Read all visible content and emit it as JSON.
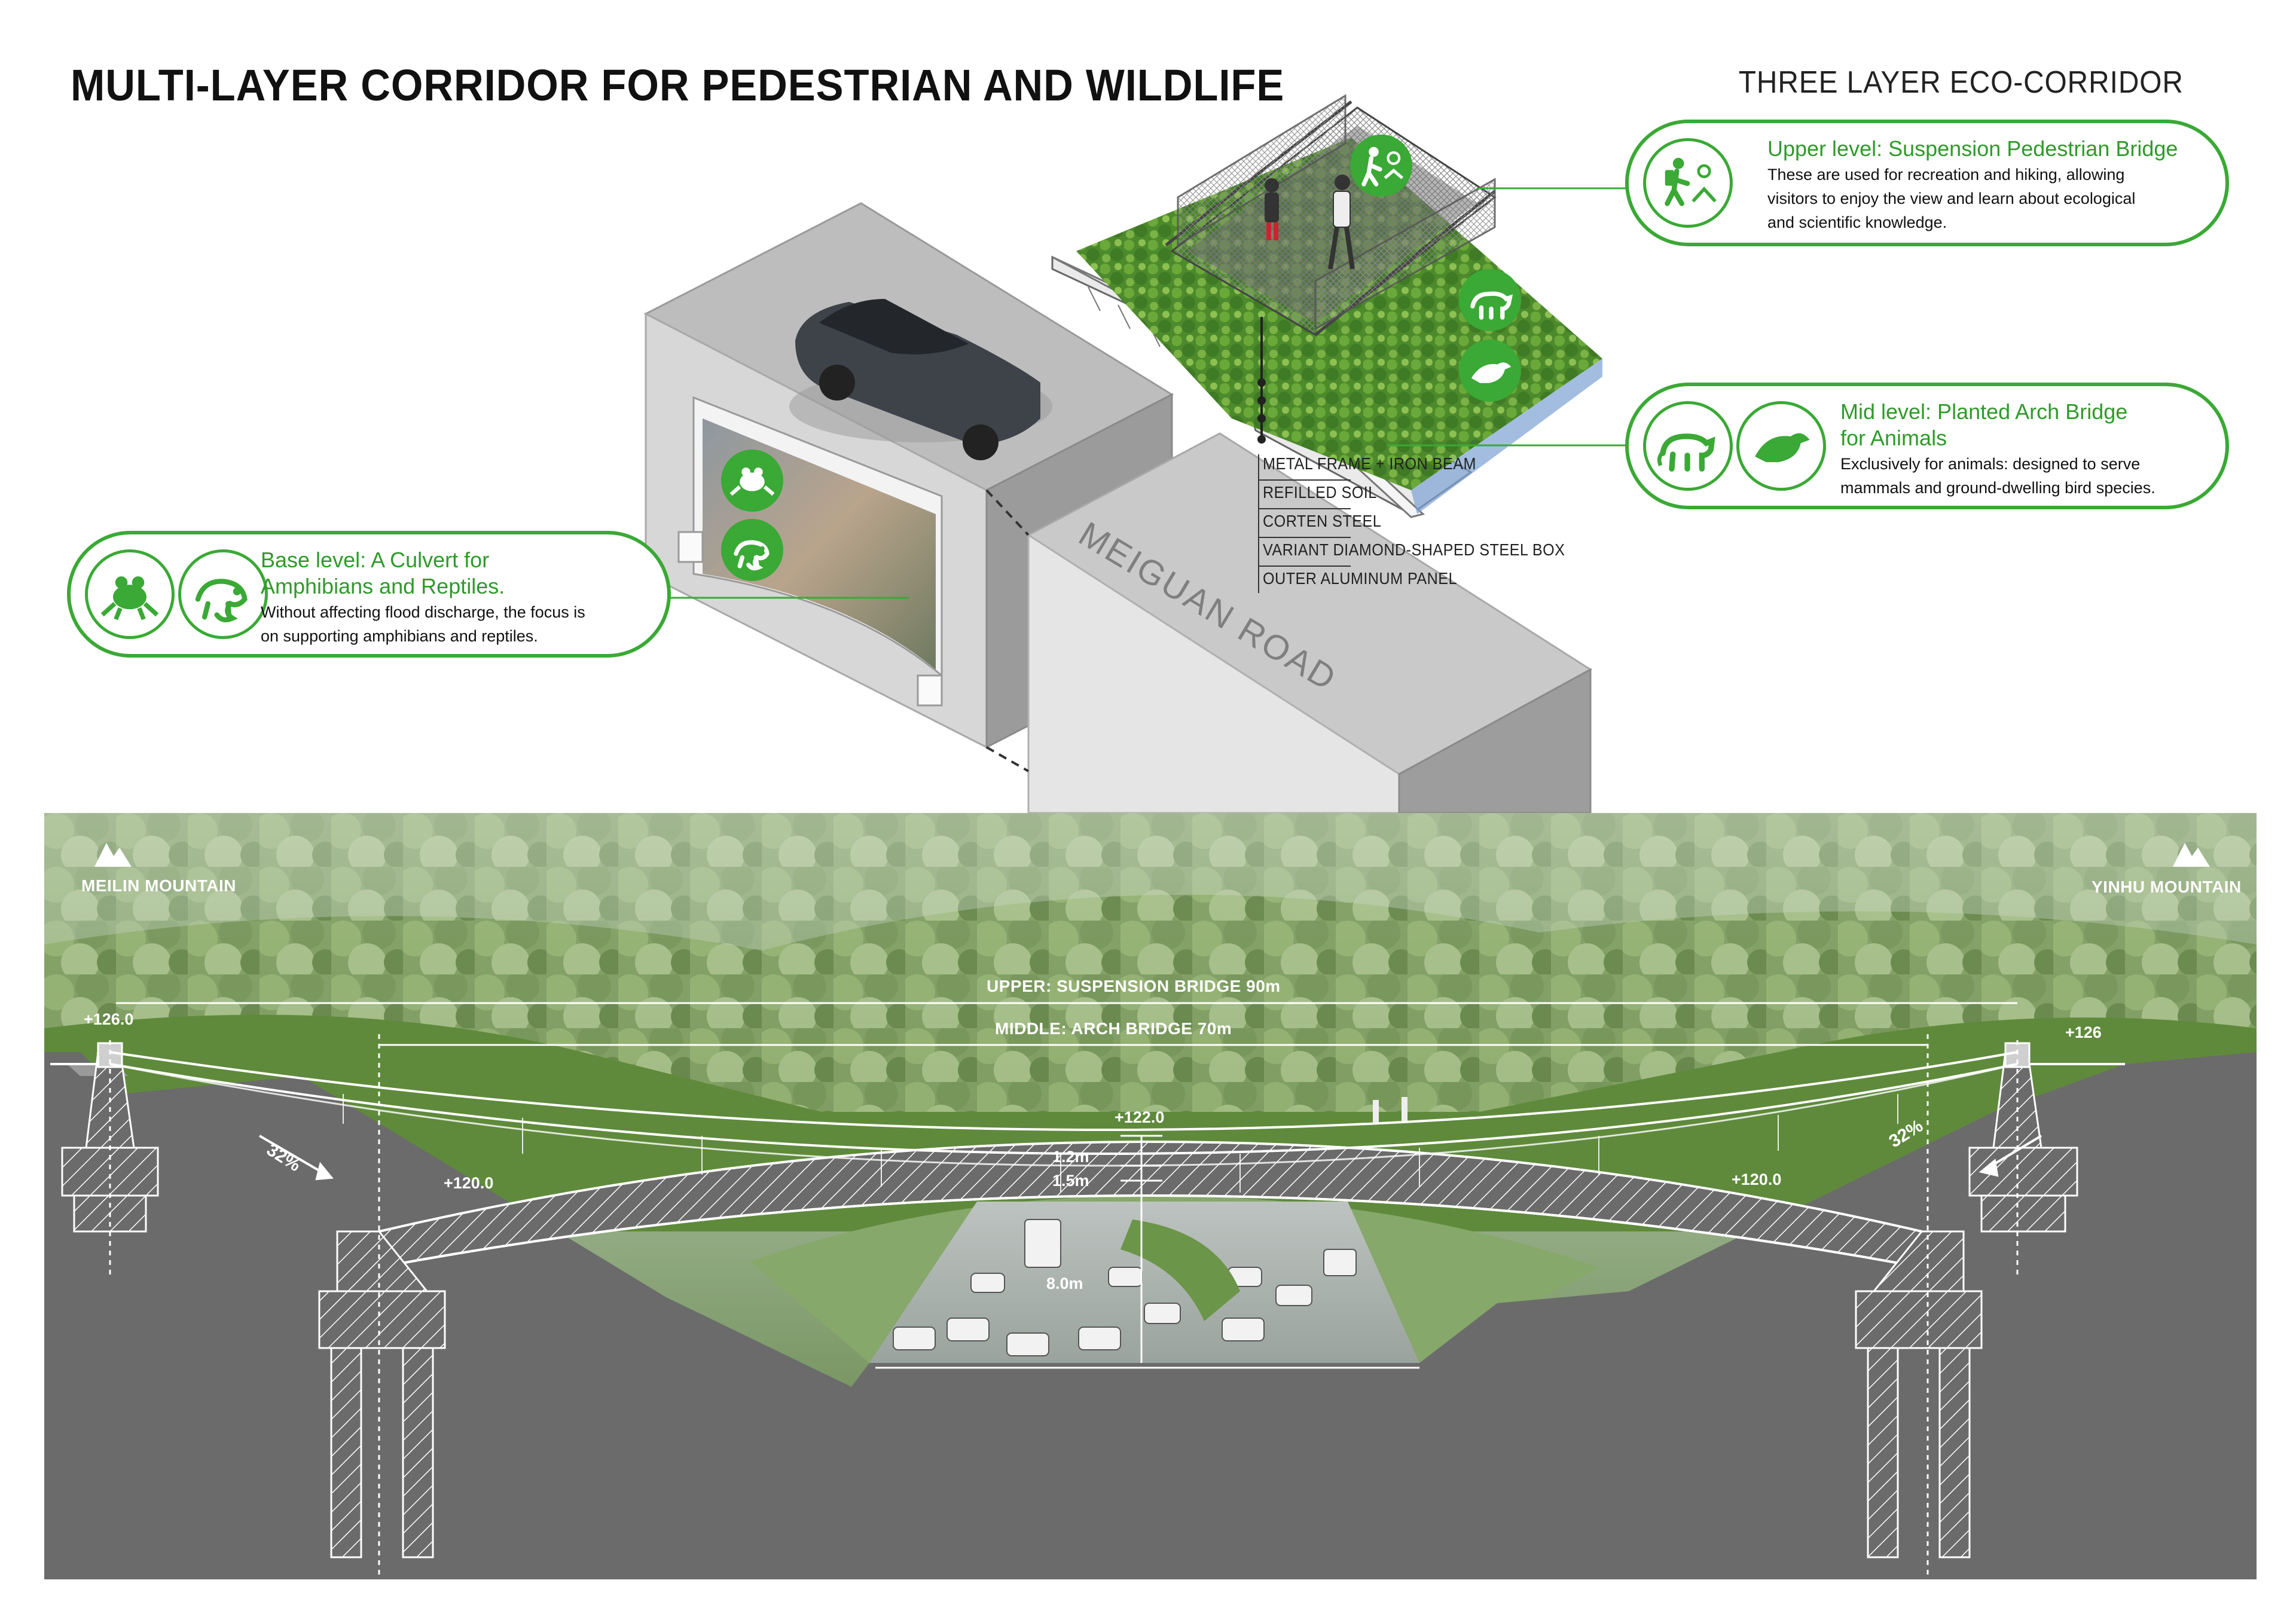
{
  "header": {
    "title": "MULTI-LAYER CORRIDOR FOR PEDESTRIAN AND WILDLIFE",
    "subtitle": "THREE LAYER ECO-CORRIDOR"
  },
  "colors": {
    "accent_green": "#3aa935",
    "ground_gray": "#6b6b6b",
    "road_gray": "#c8c8c8"
  },
  "callouts": {
    "upper": {
      "title": "Upper level: Suspension Pedestrian Bridge",
      "desc_1": "These are used for recreation and hiking, allowing",
      "desc_2": "visitors to enjoy the view and learn about ecological",
      "desc_3": "and scientific knowledge.",
      "icon": "hiker-icon"
    },
    "mid": {
      "title_1": "Mid level: Planted Arch Bridge",
      "title_2": "for Animals",
      "desc_1": "Exclusively for animals: designed to serve",
      "desc_2": "mammals and ground-dwelling bird species.",
      "icons": [
        "leopard-icon",
        "bird-icon"
      ]
    },
    "base": {
      "title_1": "Base level: A Culvert for",
      "title_2": "Amphibians and Reptiles.",
      "desc_1": "Without affecting flood discharge, the focus is",
      "desc_2": "on supporting amphibians and reptiles.",
      "icons": [
        "frog-icon",
        "chameleon-icon"
      ]
    }
  },
  "road_label": "MEIGUAN ROAD",
  "materials": [
    "METAL FRAME + IRON BEAM",
    "REFILLED SOIL",
    "CORTEN STEEL",
    "VARIANT DIAMOND-SHAPED STEEL BOX",
    "OUTER ALUMINUM PANEL"
  ],
  "section": {
    "left_mountain": "MEILIN MOUNTAIN",
    "right_mountain": "YINHU MOUNTAIN",
    "upper_span": "UPPER: SUSPENSION BRIDGE 90m",
    "middle_span": "MIDDLE: ARCH BRIDGE 70m",
    "elev_left_top": "+126.0",
    "elev_right_top": "+126",
    "elev_left_arch": "+120.0",
    "elev_right_arch": "+120.0",
    "elev_mid": "+122.0",
    "dim_1": "1.2m",
    "dim_2": "1.5m",
    "clearance": "8.0m",
    "slope_left": "32%",
    "slope_right": "32%"
  }
}
